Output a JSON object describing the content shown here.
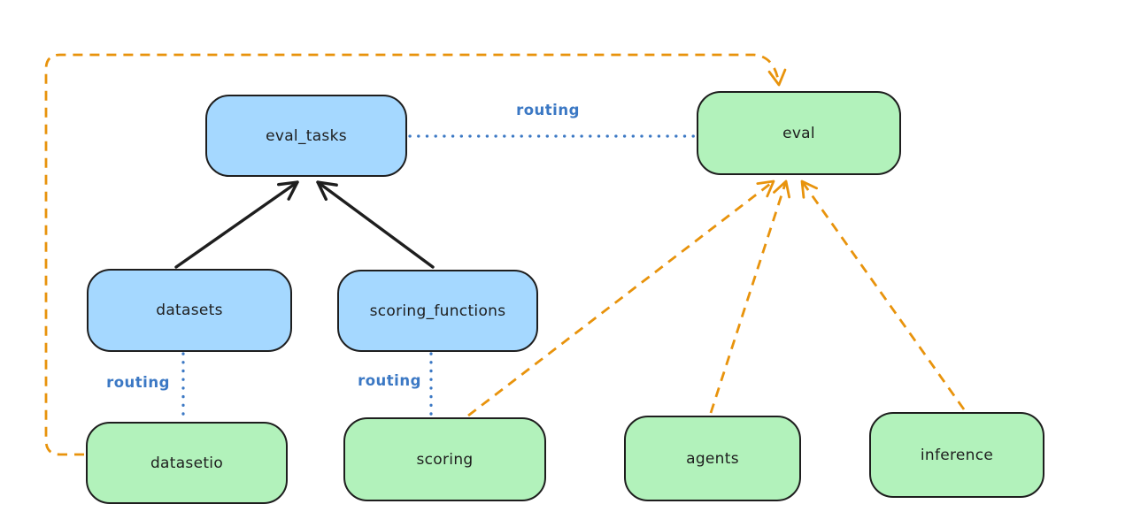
{
  "colors": {
    "background": "#ffffff",
    "stroke_dark": "#1e1e1e",
    "blue_fill": "#a5d8ff",
    "green_fill": "#b2f2bb",
    "orange": "#e8930c",
    "routing_blue": "#3b78c4"
  },
  "nodes": {
    "eval_tasks": {
      "label": "eval_tasks",
      "color": "blue"
    },
    "eval": {
      "label": "eval",
      "color": "green"
    },
    "datasets": {
      "label": "datasets",
      "color": "blue"
    },
    "scoring_functions": {
      "label": "scoring_functions",
      "color": "blue"
    },
    "datasetio": {
      "label": "datasetio",
      "color": "green"
    },
    "scoring": {
      "label": "scoring",
      "color": "green"
    },
    "agents": {
      "label": "agents",
      "color": "green"
    },
    "inference": {
      "label": "inference",
      "color": "green"
    }
  },
  "edge_labels": {
    "routing_eval_tasks_eval": {
      "text": "routing"
    },
    "routing_datasets_datasetio": {
      "text": "routing"
    },
    "routing_scoring_functions_scoring": {
      "text": "routing"
    }
  },
  "edges": [
    {
      "from": "datasets",
      "to": "eval_tasks",
      "style": "solid-arrow",
      "color": "black"
    },
    {
      "from": "scoring_functions",
      "to": "eval_tasks",
      "style": "solid-arrow",
      "color": "black"
    },
    {
      "from": "eval_tasks",
      "to": "eval",
      "style": "dotted-line",
      "color": "blue",
      "label": "routing"
    },
    {
      "from": "datasets",
      "to": "datasetio",
      "style": "dotted-line",
      "color": "blue",
      "label": "routing"
    },
    {
      "from": "scoring_functions",
      "to": "scoring",
      "style": "dotted-line",
      "color": "blue",
      "label": "routing"
    },
    {
      "from": "datasetio",
      "to": "eval",
      "style": "dashed-arrow",
      "color": "orange"
    },
    {
      "from": "scoring",
      "to": "eval",
      "style": "dashed-arrow",
      "color": "orange"
    },
    {
      "from": "agents",
      "to": "eval",
      "style": "dashed-arrow",
      "color": "orange"
    },
    {
      "from": "inference",
      "to": "eval",
      "style": "dashed-arrow",
      "color": "orange"
    }
  ]
}
